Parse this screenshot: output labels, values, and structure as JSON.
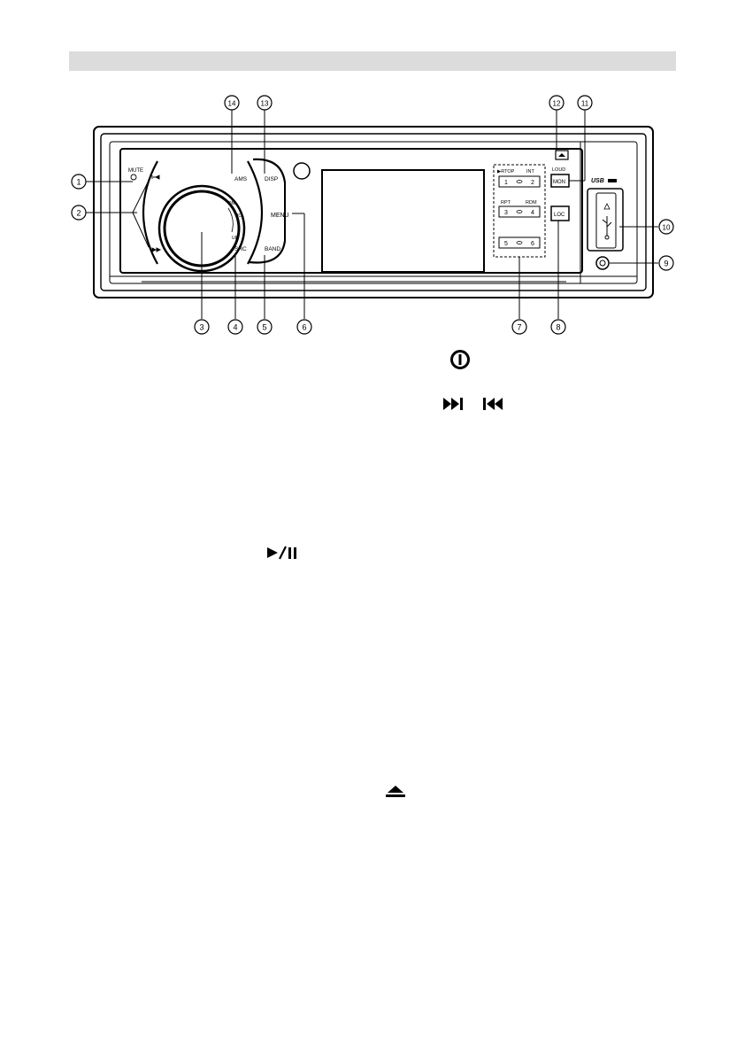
{
  "callouts": [
    "1",
    "2",
    "3",
    "4",
    "5",
    "6",
    "7",
    "8",
    "9",
    "10",
    "11",
    "12",
    "13",
    "14"
  ],
  "panel": {
    "mute": "MUTE",
    "ams": "AMS",
    "disp": "DISP",
    "menu": "MENU",
    "band": "BAND",
    "src": "SRC",
    "dn": "DN",
    "vol": "VOL",
    "up": "UP",
    "rtop": "▶RTOP",
    "int": "INT",
    "rpt": "RPT",
    "rdm": "RDM",
    "preset1": "1",
    "preset2": "2",
    "preset3": "3",
    "preset4": "4",
    "preset5": "5",
    "preset6": "6",
    "loud": "LOUD",
    "mon": "MON",
    "loc": "LOC",
    "usb": "USB"
  },
  "icons": [
    "power-icon",
    "next-track-icon",
    "prev-track-icon",
    "play-pause-icon",
    "eject-icon"
  ]
}
